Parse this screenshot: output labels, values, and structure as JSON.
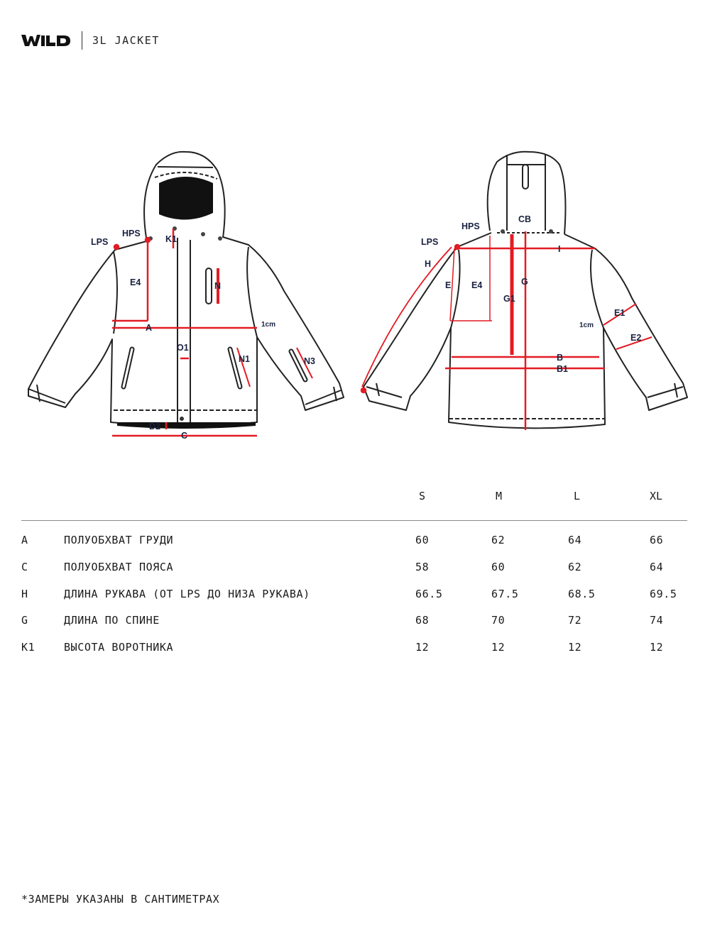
{
  "header": {
    "brand": "WILD",
    "title": "3L JACKET"
  },
  "diagram": {
    "front_labels": {
      "lps": "LPS",
      "hps": "HPS",
      "k1": "K1",
      "e4": "E4",
      "n": "N",
      "a": "A",
      "cm": "1cm",
      "o1": "O1",
      "n1": "N1",
      "n3": "N3",
      "d2": "D2",
      "c": "C"
    },
    "back_labels": {
      "hps": "HPS",
      "cb": "CB",
      "lps": "LPS",
      "i": "I",
      "h": "H",
      "e": "E",
      "e4": "E4",
      "g1": "G1",
      "g": "G",
      "e1": "E1",
      "cm": "1cm",
      "e2": "E2",
      "b": "B",
      "b1": "B1"
    },
    "accent_color": "#e31b23"
  },
  "table": {
    "columns": [
      "S",
      "M",
      "L",
      "XL"
    ],
    "rows": [
      {
        "code": "A",
        "desc": "ПОЛУОБХВАТ ГРУДИ",
        "values": [
          "60",
          "62",
          "64",
          "66"
        ]
      },
      {
        "code": "C",
        "desc": "ПОЛУОБХВАТ ПОЯСА",
        "values": [
          "58",
          "60",
          "62",
          "64"
        ]
      },
      {
        "code": "H",
        "desc": "ДЛИНА РУКАВА (ОТ LPS ДО НИЗА РУКАВА)",
        "values": [
          "66.5",
          "67.5",
          "68.5",
          "69.5"
        ]
      },
      {
        "code": "G",
        "desc": "ДЛИНА ПО СПИНЕ",
        "values": [
          "68",
          "70",
          "72",
          "74"
        ]
      },
      {
        "code": "K1",
        "desc": "ВЫСОТА ВОРОТНИКА",
        "values": [
          "12",
          "12",
          "12",
          "12"
        ]
      }
    ]
  },
  "footnote": "*ЗАМЕРЫ УКАЗАНЫ В САНТИМЕТРАХ"
}
